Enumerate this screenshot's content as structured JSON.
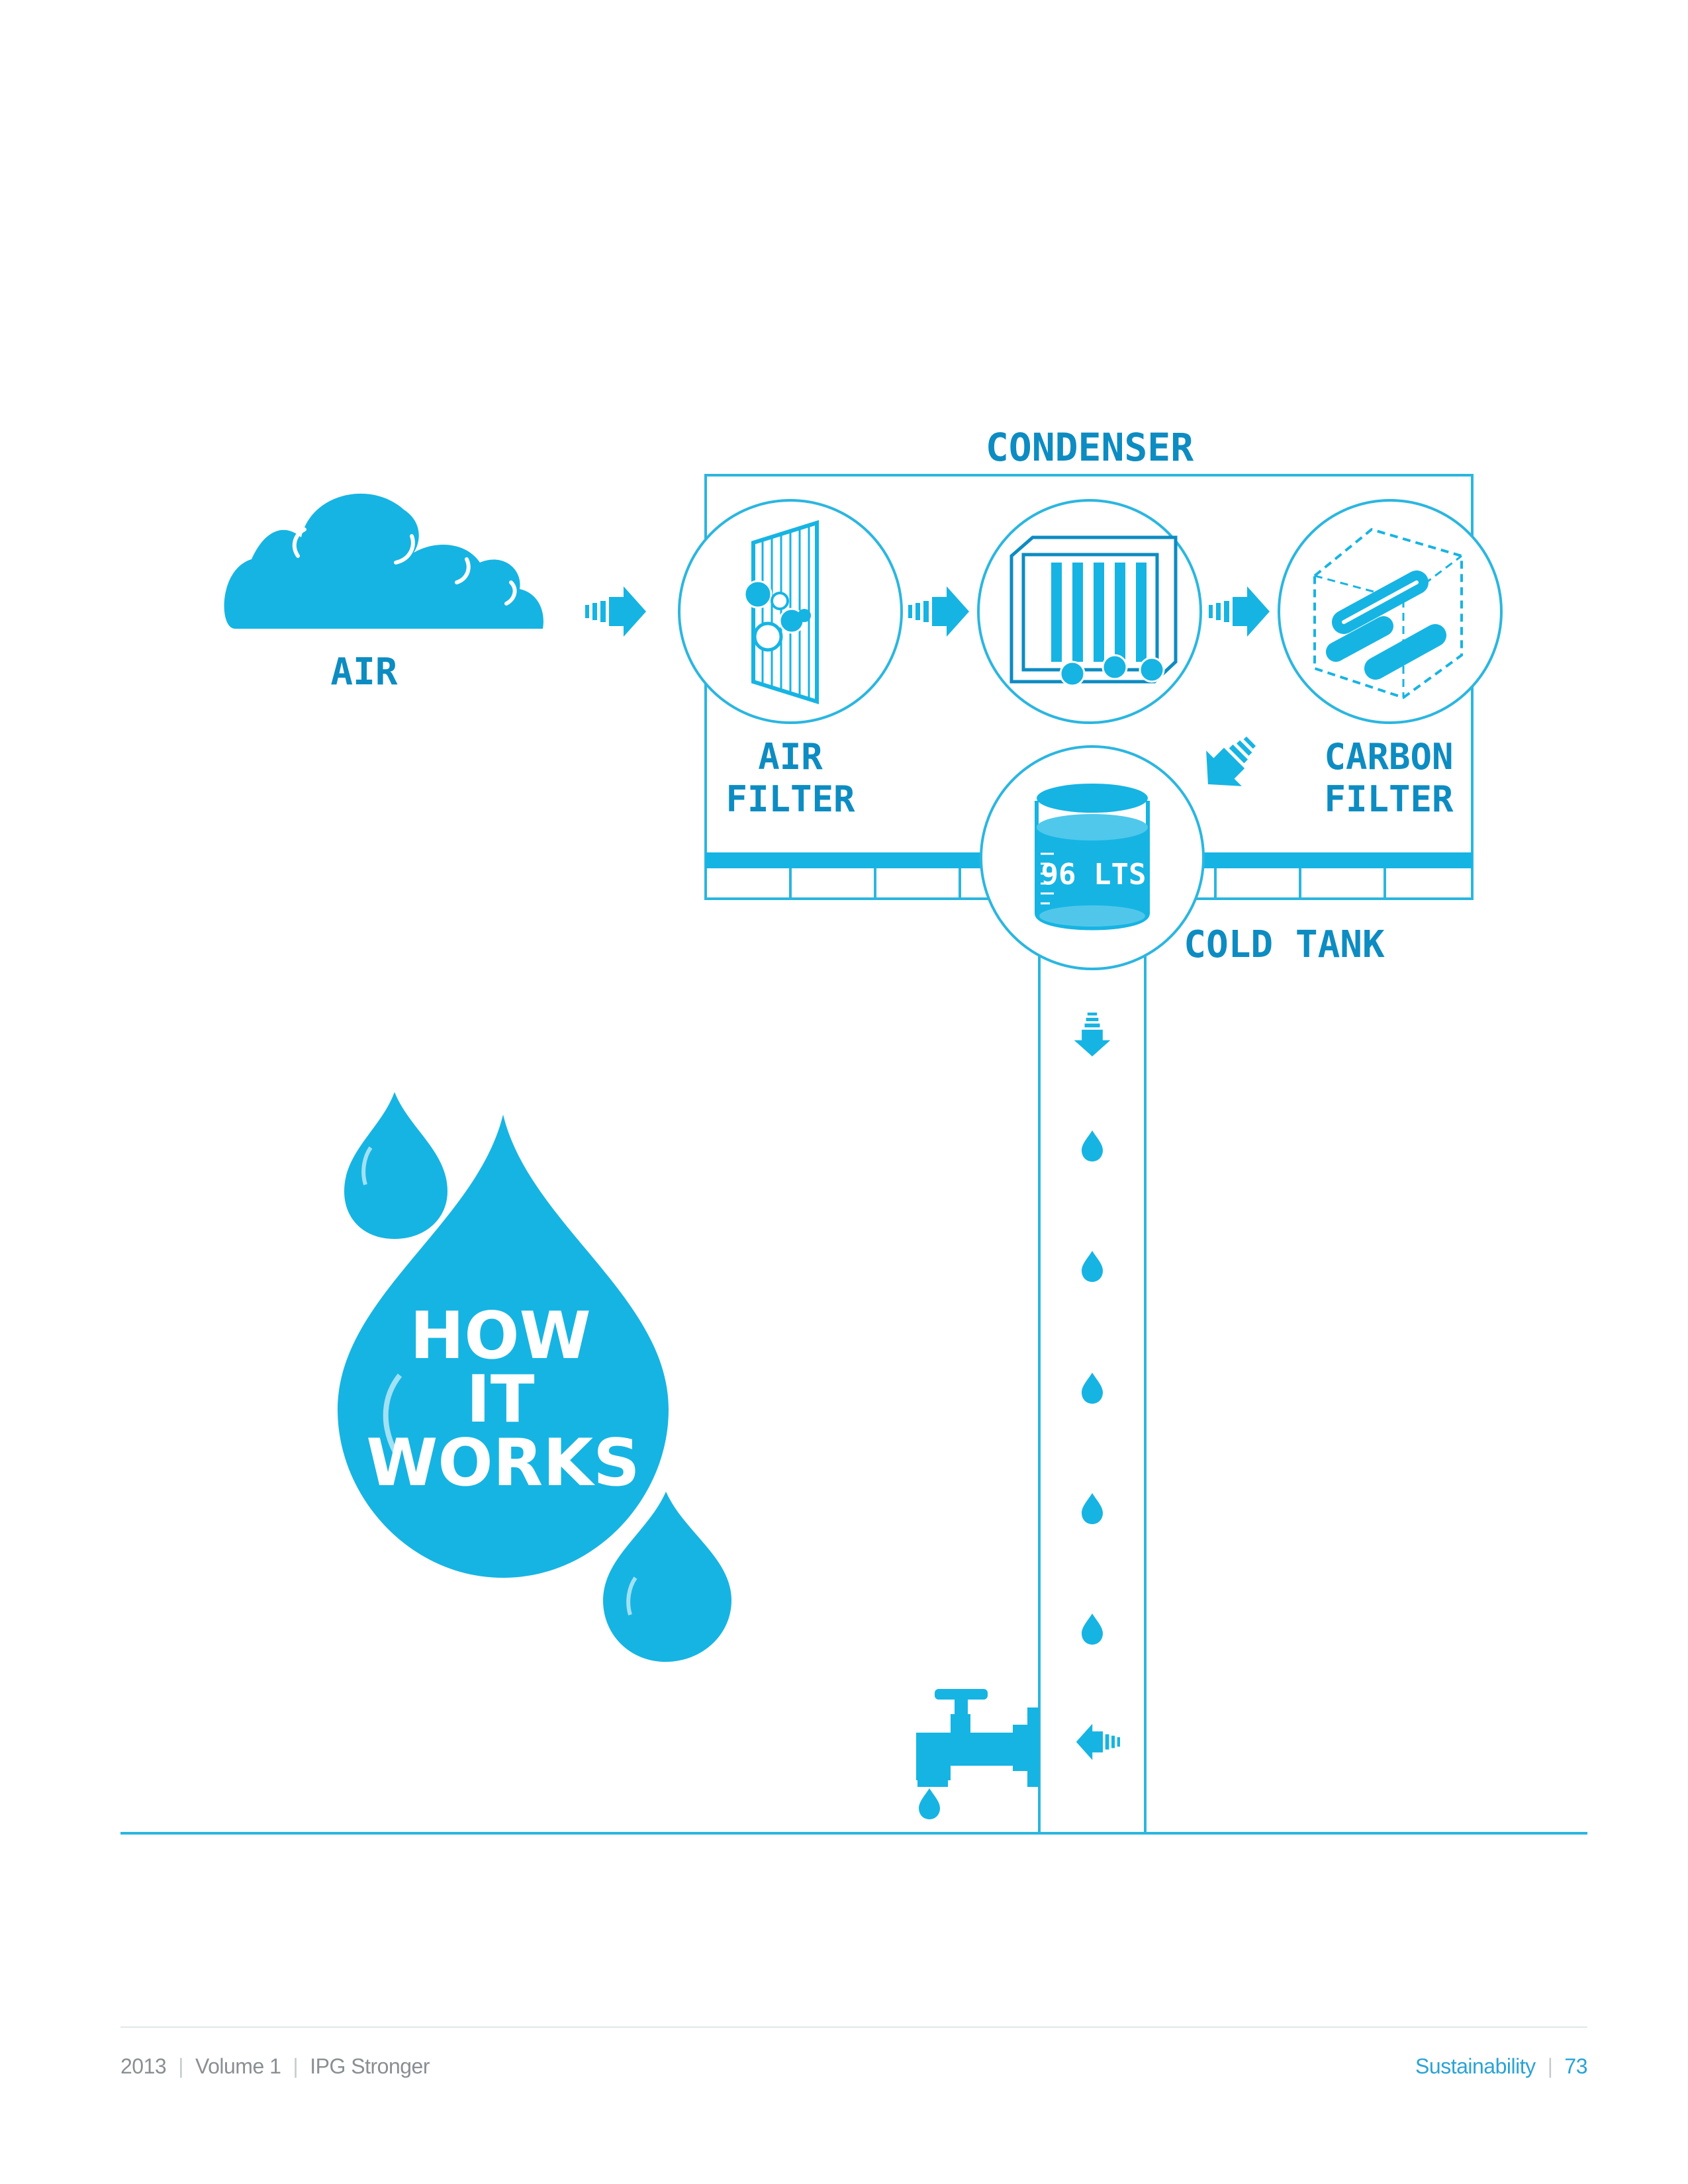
{
  "diagram": {
    "title": "CONDENSER",
    "air_label": "AIR",
    "air_filter_label_line1": "AIR",
    "air_filter_label_line2": "FILTER",
    "carbon_filter_label_line1": "CARBON",
    "carbon_filter_label_line2": "FILTER",
    "tank_volume": "96 LTS",
    "cold_tank_label": "COLD TANK",
    "badge_line1": "HOW",
    "badge_line2": "IT",
    "badge_line3": "WORKS"
  },
  "footer": {
    "year": "2013",
    "volume": "Volume 1",
    "publication": "IPG Stronger",
    "section": "Sustainability",
    "page_number": "73"
  },
  "colors": {
    "accent": "#16b4e3",
    "line": "#2bb6e0",
    "label": "#0d8cc2",
    "footer_text": "#8a8f93",
    "footer_accent": "#2aa3d6"
  },
  "icons": [
    "cloud-icon",
    "arrow-right-icon",
    "air-filter-icon",
    "condenser-coil-icon",
    "carbon-filter-icon",
    "arrow-down-left-icon",
    "water-tank-icon",
    "arrow-down-icon",
    "water-drop-icon",
    "faucet-icon",
    "arrow-left-icon"
  ]
}
